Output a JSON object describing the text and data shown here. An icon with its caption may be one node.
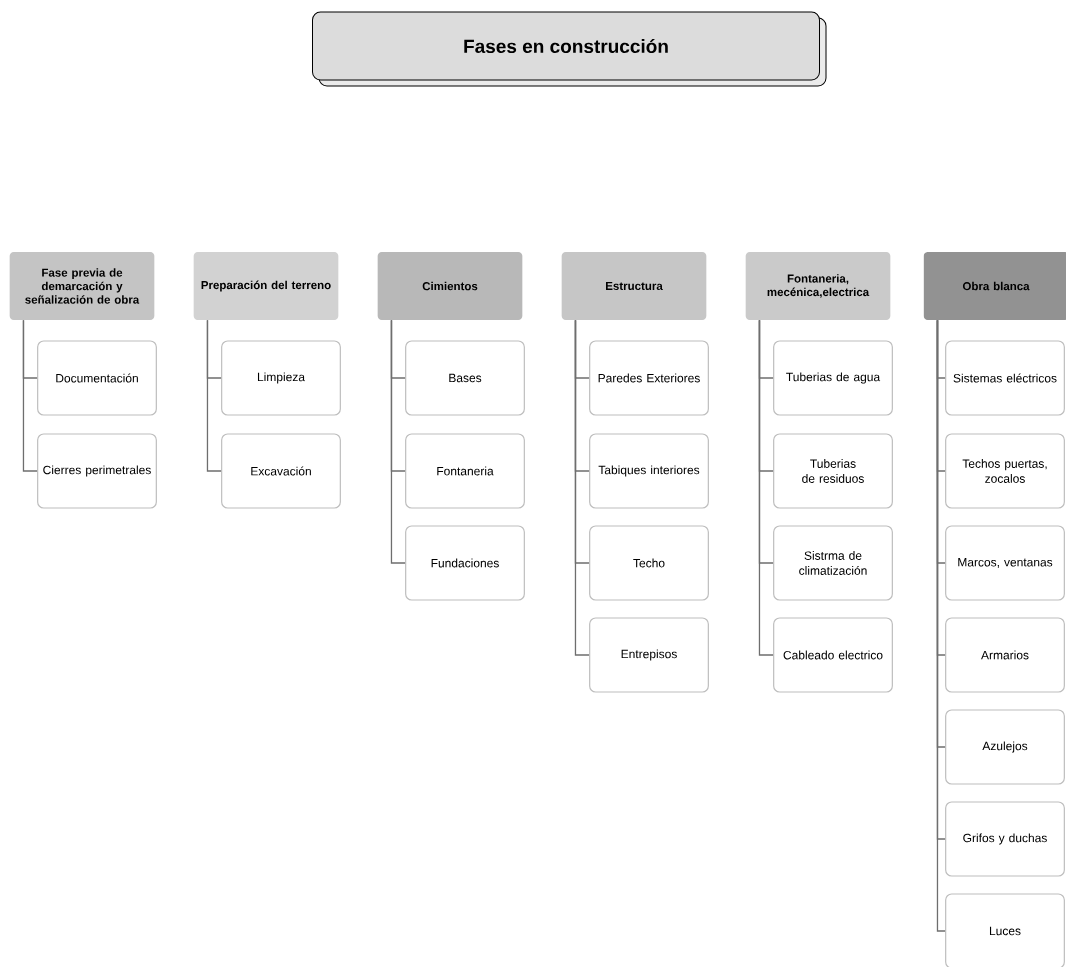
{
  "diagram": {
    "nodes": [
      {
        "text": [
          "Fases en construcción"
        ]
      },
      {
        "text": [
          "Fase previa de demarcación y señalización de obra"
        ]
      },
      {
        "text": [
          "Preparación del terreno"
        ]
      },
      {
        "text": [
          "Cimientos"
        ]
      },
      {
        "text": [
          "Estructura"
        ]
      },
      {
        "text": [
          "Fontaneria, mecénica,electrica"
        ]
      },
      {
        "text": [
          "Obra blanca"
        ]
      },
      {
        "text": [
          "Documentación"
        ]
      },
      {
        "text": [
          "Cierres perimetrales"
        ]
      },
      {
        "text": [
          "Limpieza"
        ]
      },
      {
        "text": [
          "Excavación"
        ]
      },
      {
        "text": [
          "Bases"
        ]
      },
      {
        "text": [
          "Fontaneria"
        ]
      },
      {
        "text": [
          "Fundaciones"
        ]
      },
      {
        "text": [
          "Paredes Exteriores"
        ]
      },
      {
        "text": [
          "Tabiques interiores"
        ]
      },
      {
        "text": [
          "Techo"
        ]
      },
      {
        "text": [
          "Entrepisos"
        ]
      },
      {
        "text": [
          "Tuberias de agua"
        ]
      },
      {
        "text": [
          "Tuberias de residuos"
        ]
      },
      {
        "text": [
          "Sistrma de climatización"
        ]
      },
      {
        "text": [
          "Cableado electrico"
        ]
      },
      {
        "text": [
          "Sistemas eléctricos"
        ]
      },
      {
        "text": [
          "Techos puertas, zocalos"
        ]
      },
      {
        "text": [
          "Marcos, ventanas"
        ]
      },
      {
        "text": [
          "Armarios"
        ]
      },
      {
        "text": [
          "Azulejos"
        ]
      },
      {
        "text": [
          "Grifos y duchas"
        ]
      },
      {
        "text": [
          "Luces"
        ]
      }
    ],
    "edges": [
      {
        "from": 1,
        "to": 7,
        "arrow": "none"
      },
      {
        "from": 1,
        "to": 8,
        "arrow": "none"
      },
      {
        "from": 2,
        "to": 9,
        "arrow": "none"
      },
      {
        "from": 2,
        "to": 10,
        "arrow": "none"
      },
      {
        "from": 3,
        "to": 11,
        "arrow": "none"
      },
      {
        "from": 3,
        "to": 12,
        "arrow": "none"
      },
      {
        "from": 3,
        "to": 13,
        "arrow": "none"
      },
      {
        "from": 4,
        "to": 14,
        "arrow": "none"
      },
      {
        "from": 4,
        "to": 15,
        "arrow": "none"
      },
      {
        "from": 4,
        "to": 16,
        "arrow": "none"
      },
      {
        "from": 4,
        "to": 17,
        "arrow": "none"
      },
      {
        "from": 5,
        "to": 18,
        "arrow": "none"
      },
      {
        "from": 5,
        "to": 19,
        "arrow": "none"
      },
      {
        "from": 5,
        "to": 20,
        "arrow": "none"
      },
      {
        "from": 5,
        "to": 21,
        "arrow": "none"
      },
      {
        "from": 6,
        "to": 22,
        "arrow": "none"
      },
      {
        "from": 6,
        "to": 23,
        "arrow": "none"
      },
      {
        "from": 6,
        "to": 24,
        "arrow": "none"
      },
      {
        "from": 6,
        "to": 25,
        "arrow": "none"
      },
      {
        "from": 6,
        "to": 26,
        "arrow": "none"
      },
      {
        "from": 6,
        "to": 27,
        "arrow": "none"
      },
      {
        "from": 6,
        "to": 28,
        "arrow": "none"
      }
    ]
  }
}
